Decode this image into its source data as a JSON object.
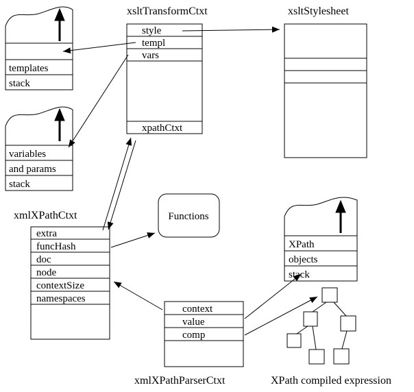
{
  "titles": {
    "transform": "xsltTransformCtxt",
    "stylesheet": "xsltStylesheet",
    "xpathctxt": "xmlXPathCtxt",
    "parserctxt": "xmlXPathParserCtxt",
    "compiled": "XPath compiled expression",
    "functions": "Functions"
  },
  "transform_rows": [
    "style",
    "templ",
    "vars",
    "xpathCtxt"
  ],
  "xpathctxt_rows": [
    "extra",
    "funcHash",
    "doc",
    "node",
    "contextSize",
    "namespaces"
  ],
  "parserctxt_rows": [
    "context",
    "value",
    "comp"
  ],
  "stacks": {
    "templates": [
      "templates",
      "stack"
    ],
    "variables": [
      "variables",
      "and params",
      "stack"
    ],
    "xpath": [
      "XPath",
      "objects",
      "stack"
    ]
  },
  "colors": {
    "line": "#000000",
    "background": "#ffffff"
  }
}
